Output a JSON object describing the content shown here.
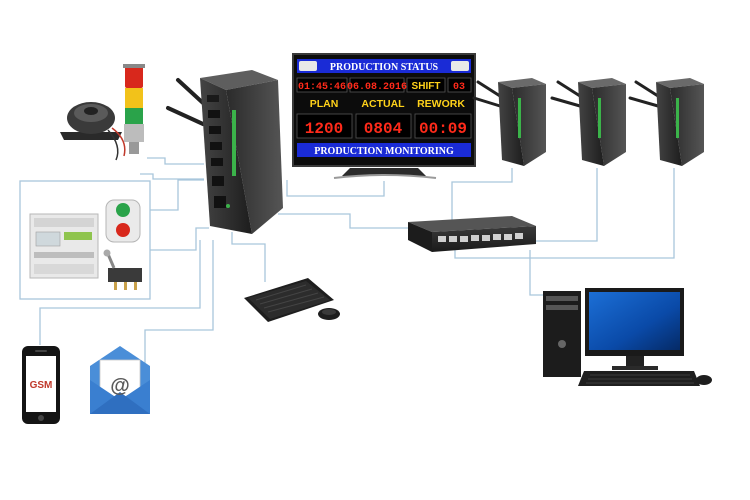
{
  "display": {
    "title": "PRODUCTION STATUS",
    "time": "01:45:46",
    "date": "06.08.2016",
    "shift_label": "SHIFT",
    "shift_value": "03",
    "plan_label": "PLAN",
    "actual_label": "ACTUAL",
    "rework_label": "REWORK",
    "plan_value": "1200",
    "actual_value": "0804",
    "rework_value": "00:09",
    "footer": "PRODUCTION MONITORING"
  },
  "phone": {
    "label": "GSM"
  },
  "email": {
    "symbol": "@"
  },
  "colors": {
    "line": "#a9c6dc",
    "led_red": "#ff2a1a",
    "led_yellow": "#ffd21a",
    "panel_blue": "#1a2bd6",
    "accent_green": "#2ea043"
  }
}
